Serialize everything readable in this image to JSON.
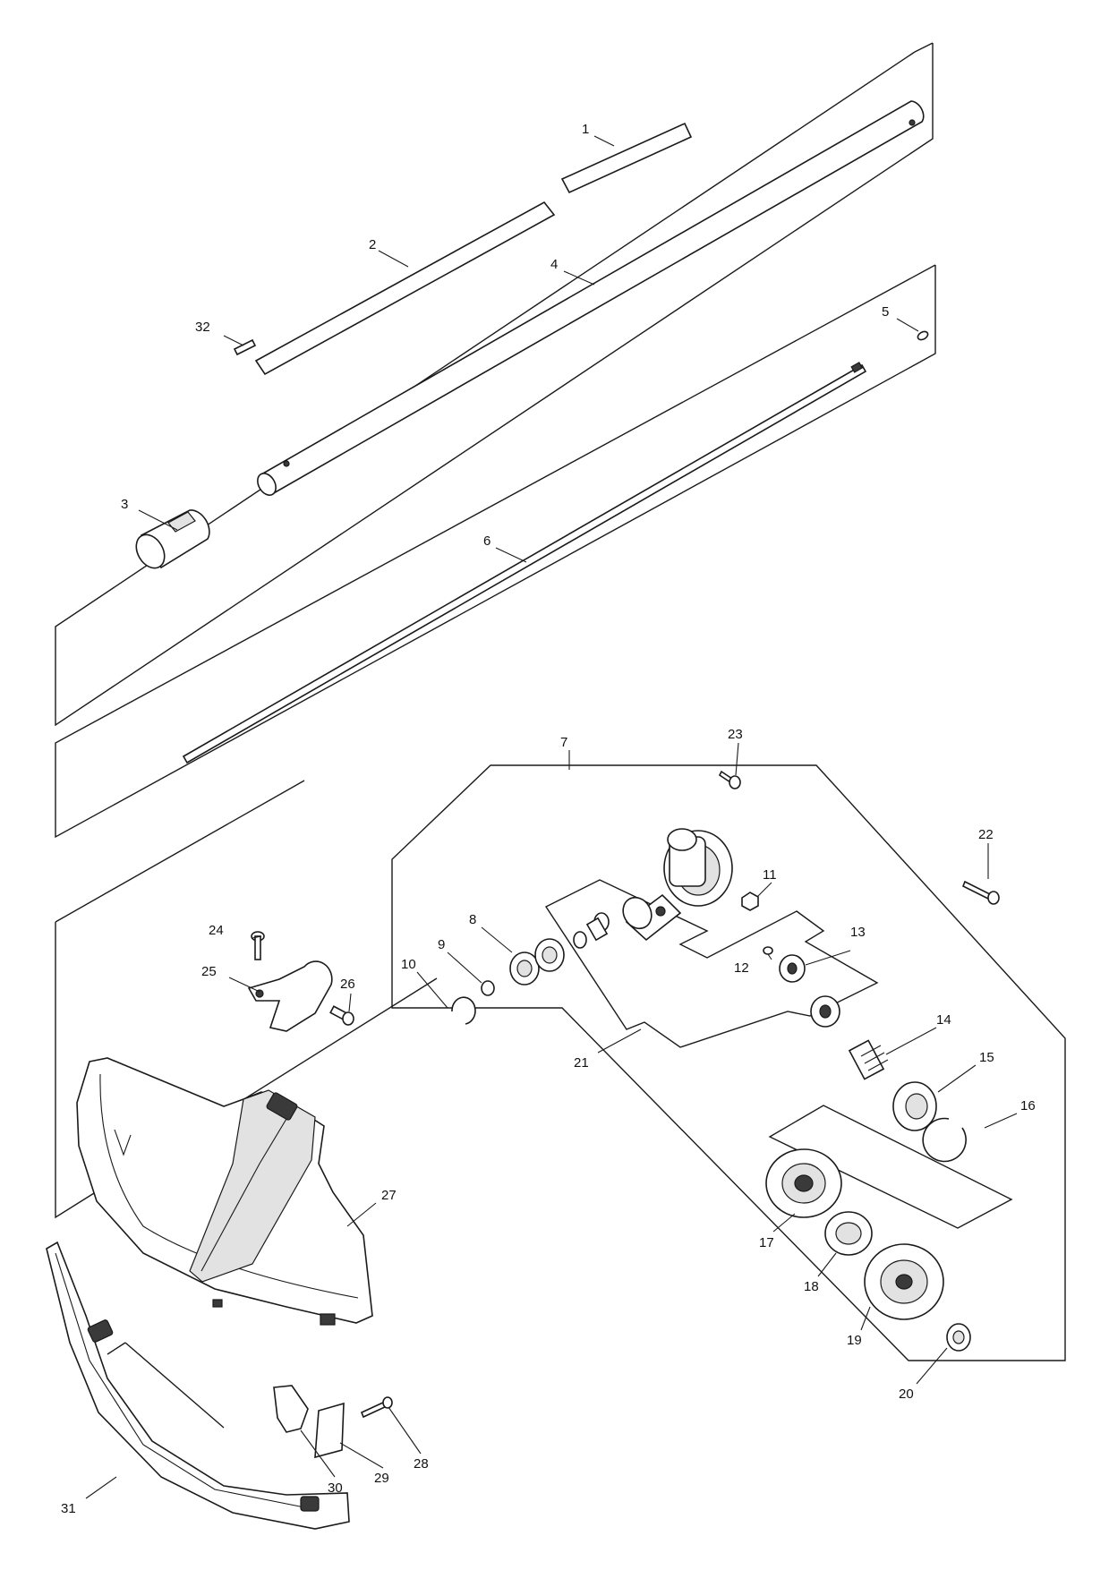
{
  "diagram": {
    "part_numbers": {
      "p1": "1",
      "p2": "2",
      "p3": "3",
      "p4": "4",
      "p5": "5",
      "p6": "6",
      "p7": "7",
      "p8": "8",
      "p9": "9",
      "p10": "10",
      "p11": "11",
      "p12": "12",
      "p13": "13",
      "p14": "14",
      "p15": "15",
      "p16": "16",
      "p17": "17",
      "p18": "18",
      "p19": "19",
      "p20": "20",
      "p21": "21",
      "p22": "22",
      "p23": "23",
      "p24": "24",
      "p25": "25",
      "p26": "26",
      "p27": "27",
      "p28": "28",
      "p29": "29",
      "p30": "30",
      "p31": "31",
      "p32": "32"
    }
  }
}
